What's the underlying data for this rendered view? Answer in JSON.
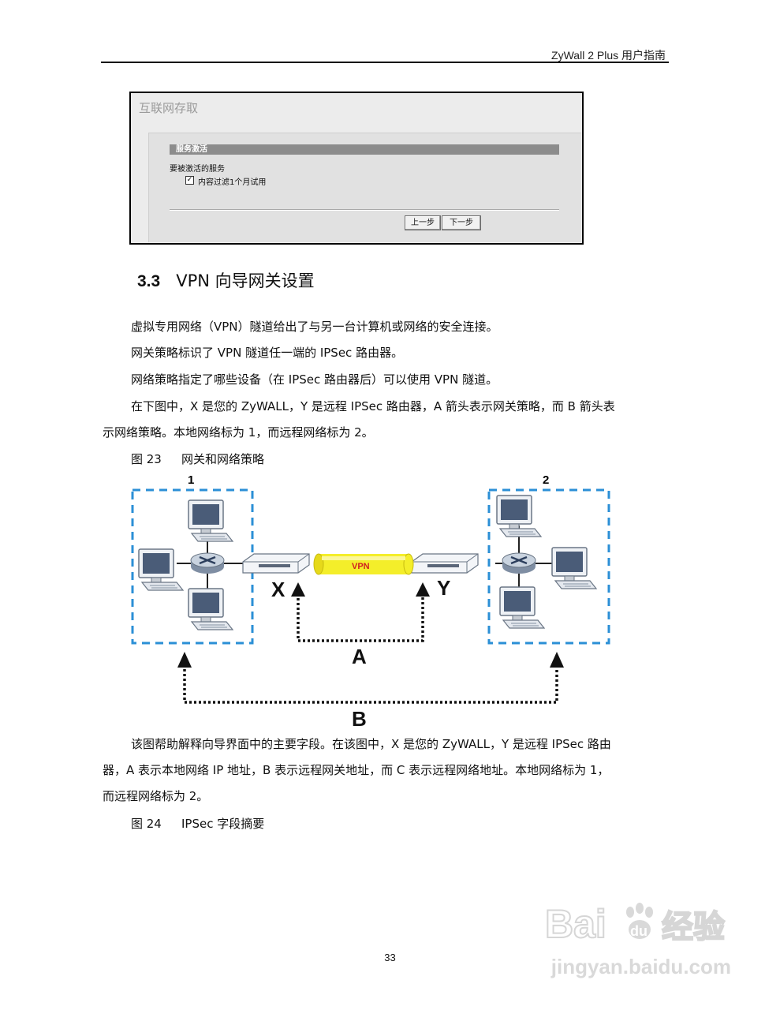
{
  "header": {
    "text": "ZyWall 2 Plus  用户指南"
  },
  "screenshot": {
    "title": "互联网存取",
    "section_bar": "服务激活",
    "services_label": "要被激活的服务",
    "checkbox_checked": true,
    "checkbox_label": "内容过滤1个月试用",
    "btn_prev": "上一步",
    "btn_next": "下一步"
  },
  "section": {
    "number": "3.3",
    "title": "VPN 向导网关设置"
  },
  "paragraphs": {
    "p1": "虚拟专用网络（VPN）隧道给出了与另一台计算机或网络的安全连接。",
    "p2": "网关策略标识了 VPN 隧道任一端的 IPSec 路由器。",
    "p3": "网络策略指定了哪些设备（在 IPSec 路由器后）可以使用 VPN 隧道。",
    "p4_line1": "在下图中，X 是您的 ZyWALL，Y 是远程 IPSec 路由器，A 箭头表示网关策略，而 B 箭头表",
    "p4_line2": "示网络策略。本地网络标为 1，而远程网络标为 2。",
    "p5_line1": "该图帮助解释向导界面中的主要字段。在该图中，X 是您的 ZyWALL，Y 是远程 IPSec 路由",
    "p5_line2": "器，A 表示本地网络 IP 地址，B 表示远程网关地址，而 C 表示远程网络地址。本地网络标为 1，",
    "p5_line3": "而远程网络标为 2。"
  },
  "figure23": {
    "number": "图 23",
    "title": "网关和网络策略",
    "label_local": "1",
    "label_remote": "2",
    "tunnel_label": "VPN",
    "router_x": "X",
    "router_y": "Y",
    "arrow_a": "A",
    "arrow_b": "B"
  },
  "figure24": {
    "number": "图 24",
    "title": "IPSec 字段摘要"
  },
  "page_number": "33",
  "watermark": {
    "brand": "Bai du 经验",
    "url": "jingyan.baidu.com"
  },
  "colors": {
    "dashed_box": "#2b8fd6",
    "tunnel": "#f4ee2a",
    "monitor_screen": "#4a5c78"
  }
}
